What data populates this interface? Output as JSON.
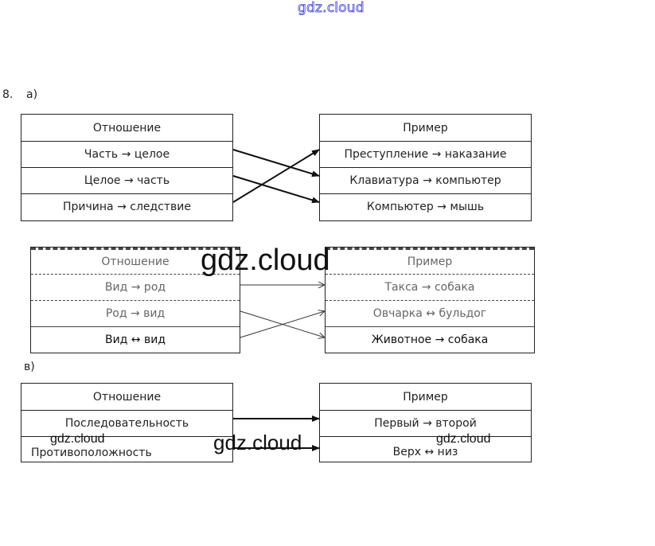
{
  "watermark_top": "gdz.cloud",
  "watermarks": {
    "b_header": "gdz.cloud",
    "c_middle": "gdz.cloud",
    "c_left": "gdz.cloud",
    "c_right": "gdz.cloud"
  },
  "exercise_number": "8.",
  "part_a": {
    "label": "а)",
    "left_header": "Отношение",
    "left_items": [
      "Часть → целое",
      "Целое → часть",
      "Причина → следствие"
    ],
    "right_header": "Пример",
    "right_items": [
      "Преступление → наказание",
      "Клавиатура → компьютер",
      "Компьютер → мышь"
    ],
    "links": [
      [
        0,
        1
      ],
      [
        1,
        2
      ],
      [
        2,
        0
      ]
    ]
  },
  "part_b": {
    "left_header": "Отношение",
    "left_items": [
      "Вид → род",
      "Род → вид",
      "Вид ↔ вид"
    ],
    "right_header": "Пример",
    "right_items": [
      "Такса → собака",
      "Овчарка ↔ бульдог",
      "Животное → собака"
    ],
    "links": [
      [
        0,
        0
      ],
      [
        1,
        2
      ],
      [
        2,
        1
      ]
    ]
  },
  "part_c": {
    "label": "в)",
    "left_header": "Отношение",
    "left_items": [
      "Последовательность",
      "Противоположность"
    ],
    "right_header": "Пример",
    "right_items": [
      "Первый → второй",
      "Верх ↔ низ"
    ],
    "links": [
      [
        0,
        0
      ],
      [
        1,
        1
      ]
    ]
  }
}
